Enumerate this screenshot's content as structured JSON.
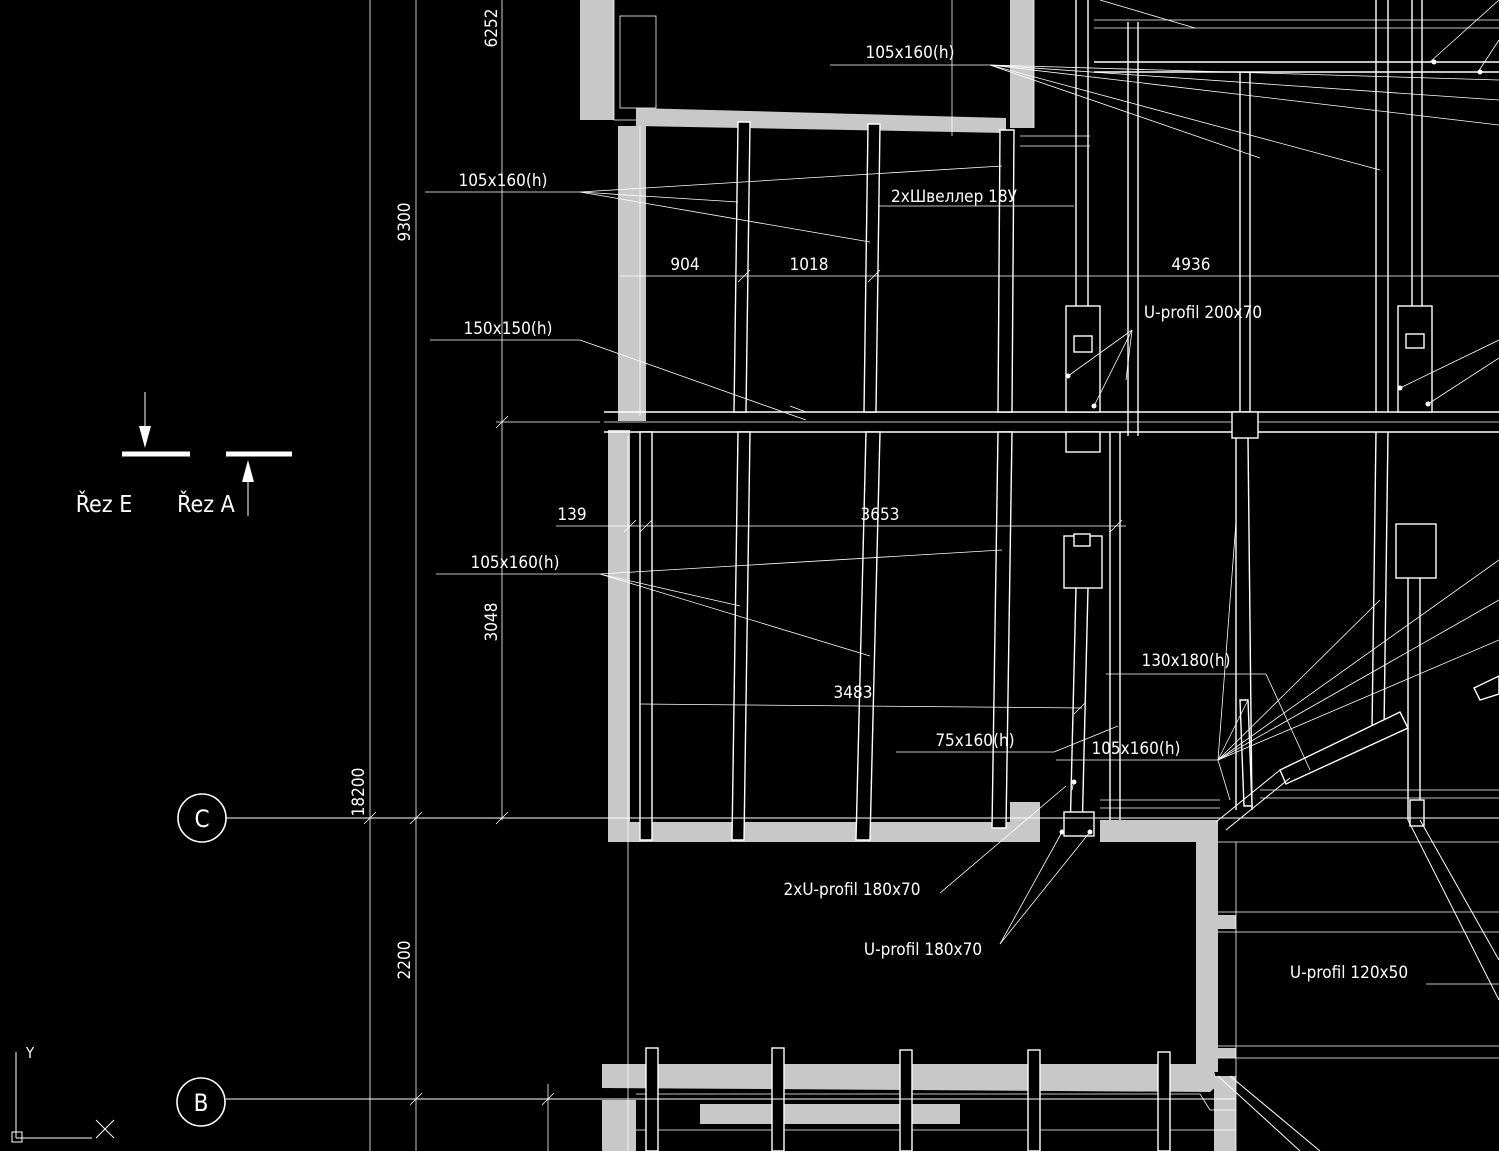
{
  "colors": {
    "background": "#000000",
    "line": "#ffffff",
    "wall": "#c8c8c8"
  },
  "grid_axes": {
    "c": "C",
    "b": "B"
  },
  "dimensions": {
    "d6252": "6252",
    "d9300": "9300",
    "d3048": "3048",
    "d18200": "18200",
    "d2200": "2200",
    "d904": "904",
    "d1018": "1018",
    "d4936": "4936",
    "d139": "139",
    "d3653": "3653",
    "d3483": "3483"
  },
  "section_marks": {
    "e": "Řez E",
    "a": "Řez A"
  },
  "labels": {
    "l1": "105x160(h)",
    "l2": "105x160(h)",
    "l3": "2xШвеллер 18У",
    "l4": "U-profil 200x70",
    "l5": "150x150(h)",
    "l6": "105x160(h)",
    "l7": "130x180(h)",
    "l8": "75x160(h)",
    "l9": "105x160(h)",
    "l10": "2xU-profil 180x70",
    "l11": "U-profil 180x70",
    "l12": "U-profil 120x50"
  },
  "ucs": {
    "y": "Y"
  }
}
